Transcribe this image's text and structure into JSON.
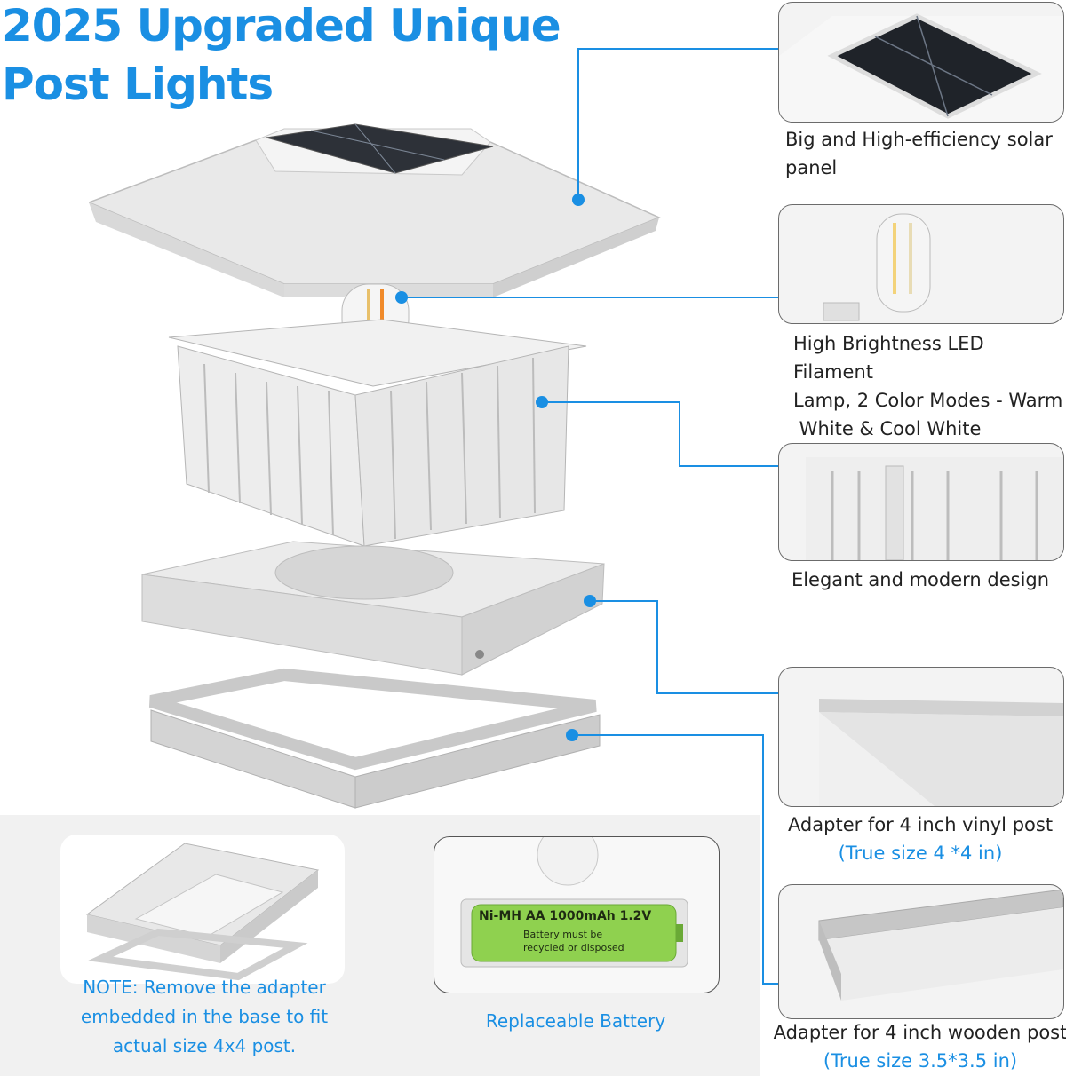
{
  "title": {
    "line1": "2025 Upgraded Unique",
    "line2": "Post Lights"
  },
  "features": [
    {
      "label_line1": "Big and High-efficiency solar",
      "label_line2": "panel"
    },
    {
      "label_line1": "High Brightness LED Filament",
      "label_line2": "Lamp, 2 Color Modes - Warm",
      "label_line3": " White & Cool White"
    },
    {
      "label_line1": "Elegant and modern design"
    },
    {
      "label_line1": "Adapter for 4 inch vinyl post",
      "label_line2": "(True size 4 *4 in)"
    },
    {
      "label_line1": "Adapter for 4 inch wooden post",
      "label_line2": "(True size 3.5*3.5 in)"
    }
  ],
  "note": {
    "line1": "NOTE: Remove the adapter",
    "line2": "embedded in the base to fit",
    "line3": "actual size 4x4 post."
  },
  "battery": {
    "caption": "Replaceable Battery",
    "print_line1": "Ni-MH AA 1000mAh 1.2V",
    "print_line2": "Battery must be",
    "print_line3": "recycled or disposed"
  },
  "colors": {
    "accent": "#1a8fe3",
    "product": "#e6e6e6",
    "battery_green": "#8fd14f"
  }
}
